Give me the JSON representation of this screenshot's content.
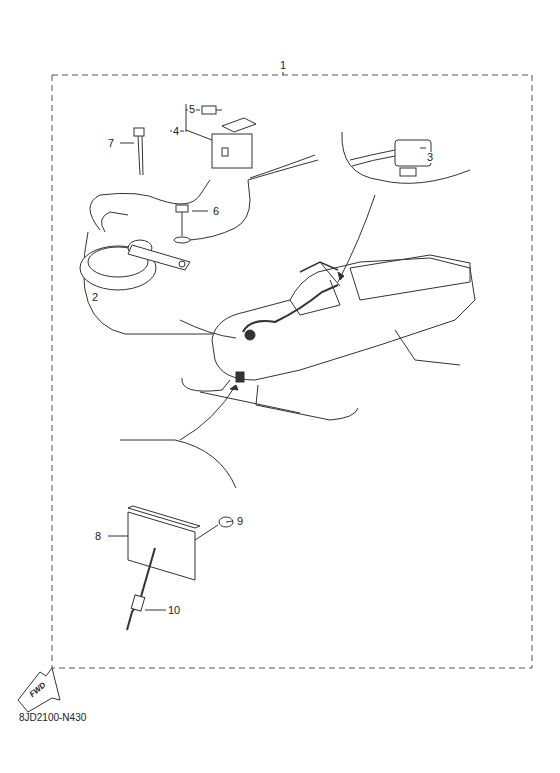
{
  "diagram": {
    "labels": [
      "1",
      "5",
      "7",
      "4",
      "3",
      "6",
      "2",
      "8",
      "9",
      "10",
      "FWD",
      "8JD2100-N430"
    ]
  }
}
